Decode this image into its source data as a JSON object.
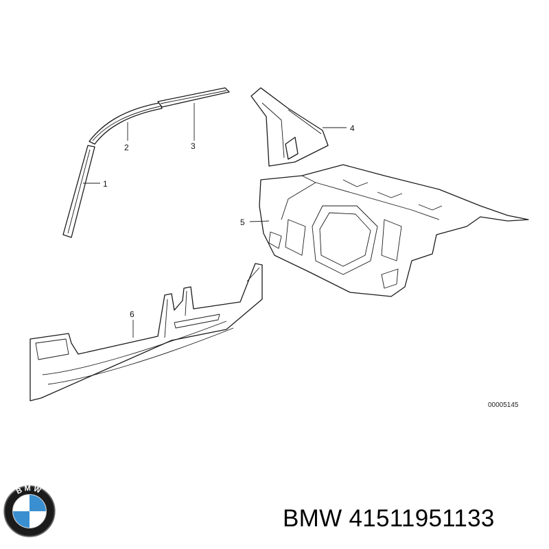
{
  "diagram": {
    "callouts": [
      {
        "id": "1",
        "label": "1"
      },
      {
        "id": "2",
        "label": "2"
      },
      {
        "id": "3",
        "label": "3"
      },
      {
        "id": "4",
        "label": "4"
      },
      {
        "id": "5",
        "label": "5"
      },
      {
        "id": "6",
        "label": "6"
      }
    ],
    "reference_code": "00005145"
  },
  "logo": {
    "brand": "BMW",
    "ring_text": "BMW",
    "colors": {
      "blue": "#3a8fd0",
      "white": "#ffffff",
      "ring": "#1b1b1b"
    }
  },
  "caption": {
    "text": "BMW 41511951133"
  }
}
